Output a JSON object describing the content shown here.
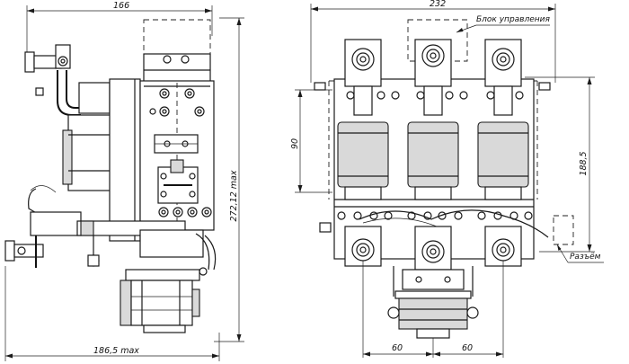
{
  "dimensions": {
    "side_width": "166",
    "side_base_width": "186,5 max",
    "side_height": "272,12 max",
    "front_width": "232",
    "front_height": "188,5",
    "front_coil_height": "90",
    "pitch_left": "60",
    "pitch_right": "60"
  },
  "labels": {
    "control_block": "Блок управления",
    "connector": "Разъём"
  }
}
